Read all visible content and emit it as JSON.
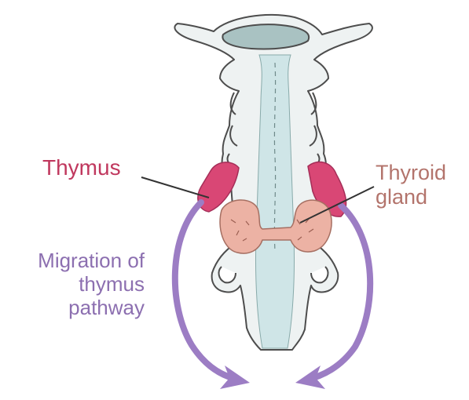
{
  "labels": {
    "thymus": "Thymus",
    "thyroid_line1": "Thyroid",
    "thyroid_line2": "gland",
    "migration_line1": "Migration of",
    "migration_line2": "thymus",
    "migration_line3": "pathway"
  },
  "colors": {
    "thymus": "#d94775",
    "thymus_label": "#c0385e",
    "thyroid": "#ecb2a4",
    "thyroid_label": "#b3746c",
    "migration_arrow": "#9c7dc4",
    "migration_label": "#8c6fb0",
    "pharynx_outline": "#4d4d4d",
    "pharynx_fill": "#eef2f2",
    "midline_tube": "#cfe5e7",
    "oral_cavity": "#a9c2c2"
  }
}
